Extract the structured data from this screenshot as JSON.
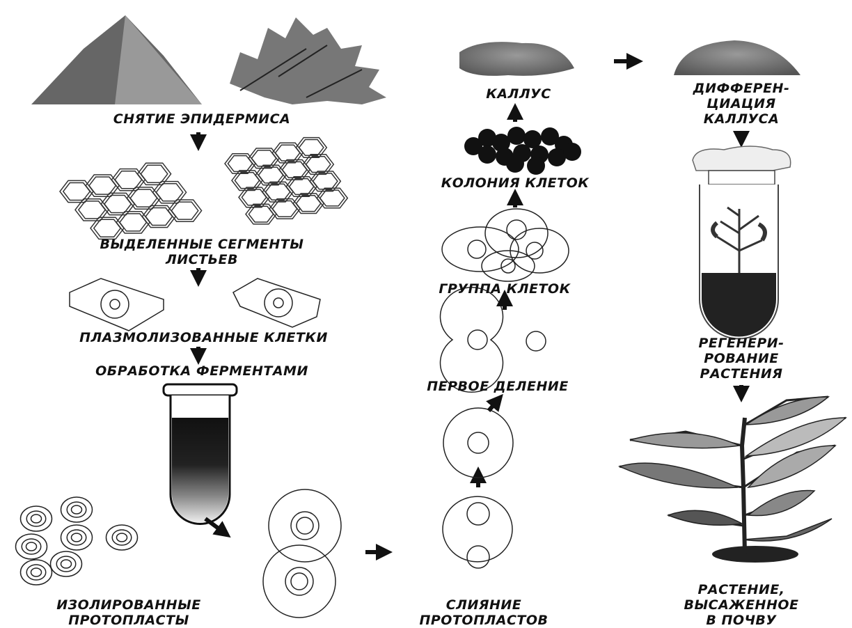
{
  "labels": {
    "epidermis": "СНЯТИЕ ЭПИДЕРМИСА",
    "segments_1": "ВЫДЕЛЕННЫЕ СЕГМЕНТЫ",
    "segments_2": "ЛИСТЬЕВ",
    "plasmolyzed": "ПЛАЗМОЛИЗОВАННЫЕ КЛЕТКИ",
    "enzymes": "ОБРАБОТКА ФЕРМЕНТАМИ",
    "isolated_1": "ИЗОЛИРОВАННЫЕ",
    "isolated_2": "ПРОТОПЛАСТЫ",
    "fusion_1": "СЛИЯНИЕ",
    "fusion_2": "ПРОТОПЛАСТОВ",
    "first_division": "ПЕРВОЕ ДЕЛЕНИЕ",
    "cell_group": "ГРУППА КЛЕТОК",
    "colony": "КОЛОНИЯ КЛЕТОК",
    "callus": "КАЛЛУС",
    "diff_1": "ДИФФЕРЕН-",
    "diff_2": "ЦИАЦИЯ",
    "diff_3": "КАЛЛУСА",
    "regen_1": "РЕГЕНЕРИ-",
    "regen_2": "РОВАНИЕ",
    "regen_3": "РАСТЕНИЯ",
    "planted_1": "РАСТЕНИЕ,",
    "planted_2": "ВЫСАЖЕННОЕ",
    "planted_3": "В ПОЧВУ"
  }
}
